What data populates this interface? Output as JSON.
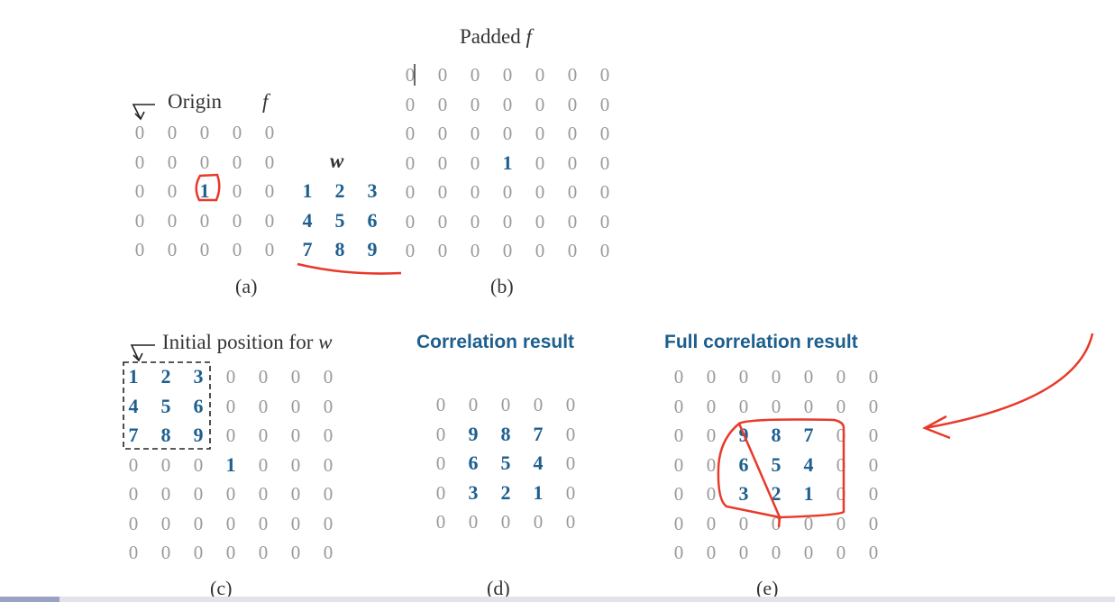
{
  "panels": {
    "a": {
      "caption": "(a)",
      "origin_label": "Origin",
      "f_label": "f",
      "w_label": "w",
      "f": [
        [
          0,
          0,
          0,
          0,
          0
        ],
        [
          0,
          0,
          0,
          0,
          0
        ],
        [
          0,
          0,
          1,
          0,
          0
        ],
        [
          0,
          0,
          0,
          0,
          0
        ],
        [
          0,
          0,
          0,
          0,
          0
        ]
      ],
      "w": [
        [
          1,
          2,
          3
        ],
        [
          4,
          5,
          6
        ],
        [
          7,
          8,
          9
        ]
      ]
    },
    "b": {
      "caption": "(b)",
      "title_text": "Padded",
      "title_var": "f",
      "grid": [
        [
          0,
          0,
          0,
          0,
          0,
          0,
          0
        ],
        [
          0,
          0,
          0,
          0,
          0,
          0,
          0
        ],
        [
          0,
          0,
          0,
          0,
          0,
          0,
          0
        ],
        [
          0,
          0,
          0,
          1,
          0,
          0,
          0
        ],
        [
          0,
          0,
          0,
          0,
          0,
          0,
          0
        ],
        [
          0,
          0,
          0,
          0,
          0,
          0,
          0
        ],
        [
          0,
          0,
          0,
          0,
          0,
          0,
          0
        ]
      ]
    },
    "c": {
      "caption": "(c)",
      "title_text": "Initial position for",
      "title_var": "w",
      "grid": [
        [
          1,
          2,
          3,
          0,
          0,
          0,
          0
        ],
        [
          4,
          5,
          6,
          0,
          0,
          0,
          0
        ],
        [
          7,
          8,
          9,
          0,
          0,
          0,
          0
        ],
        [
          0,
          0,
          0,
          1,
          0,
          0,
          0
        ],
        [
          0,
          0,
          0,
          0,
          0,
          0,
          0
        ],
        [
          0,
          0,
          0,
          0,
          0,
          0,
          0
        ],
        [
          0,
          0,
          0,
          0,
          0,
          0,
          0
        ]
      ]
    },
    "d": {
      "caption": "(d)",
      "title": "Correlation result",
      "grid": [
        [
          0,
          0,
          0,
          0,
          0
        ],
        [
          0,
          9,
          8,
          7,
          0
        ],
        [
          0,
          6,
          5,
          4,
          0
        ],
        [
          0,
          3,
          2,
          1,
          0
        ],
        [
          0,
          0,
          0,
          0,
          0
        ]
      ]
    },
    "e": {
      "caption": "(e)",
      "title": "Full correlation result",
      "grid": [
        [
          0,
          0,
          0,
          0,
          0,
          0,
          0
        ],
        [
          0,
          0,
          0,
          0,
          0,
          0,
          0
        ],
        [
          0,
          0,
          9,
          8,
          7,
          0,
          0
        ],
        [
          0,
          0,
          6,
          5,
          4,
          0,
          0
        ],
        [
          0,
          0,
          3,
          2,
          1,
          0,
          0
        ],
        [
          0,
          0,
          0,
          0,
          0,
          0,
          0
        ],
        [
          0,
          0,
          0,
          0,
          0,
          0,
          0
        ]
      ]
    }
  },
  "colors": {
    "zero": "#9a9a9a",
    "value": "#1d5f8e",
    "annotation": "#e8392a"
  }
}
